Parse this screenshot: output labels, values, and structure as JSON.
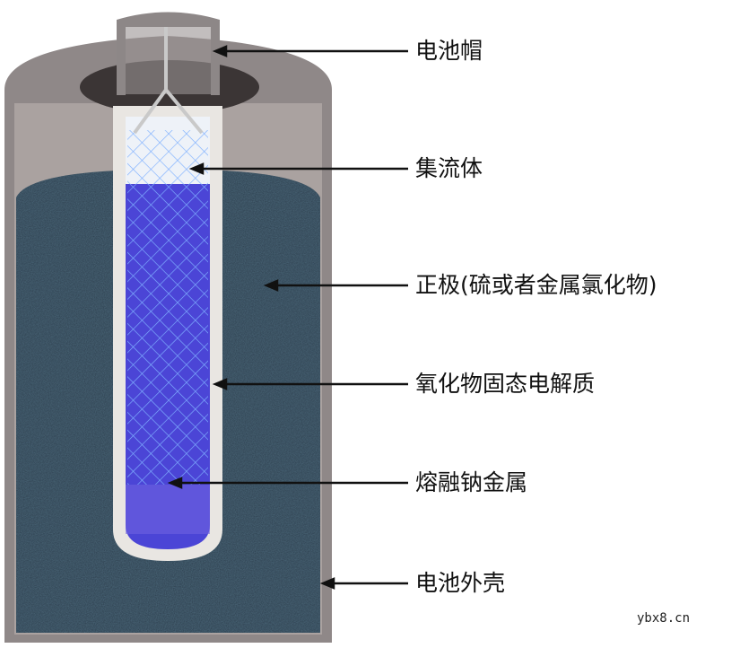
{
  "labels": [
    {
      "id": "cap",
      "text": "电池帽"
    },
    {
      "id": "collector",
      "text": "集流体"
    },
    {
      "id": "cathode",
      "text": "正极(硫或者金属氯化物)"
    },
    {
      "id": "electrolyte",
      "text": "氧化物固态电解质"
    },
    {
      "id": "sodium",
      "text": "熔融钠金属"
    },
    {
      "id": "shell",
      "text": "电池外壳"
    }
  ],
  "watermark": "ybx8.cn",
  "colors": {
    "shell": "#8f8888",
    "cavity": "#a9a2a0",
    "cathode": "#2c3d4c",
    "sodium": "#4b45d6",
    "tube": "#e9e6e2",
    "arrow": "#111111"
  }
}
